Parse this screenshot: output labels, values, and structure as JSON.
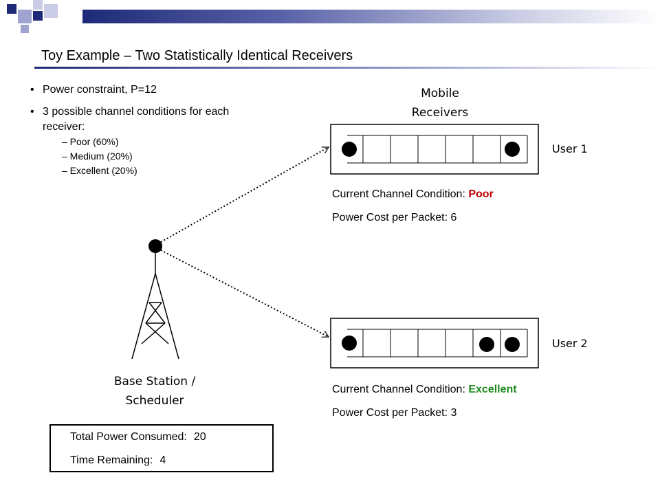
{
  "title": "Toy Example – Two Statistically Identical Receivers",
  "bullets": {
    "power_constraint": "Power constraint, P=12",
    "channel_conditions": "3 possible channel conditions for each receiver:",
    "conditions": [
      "– Poor (60%)",
      "– Medium (20%)",
      "– Excellent (20%)"
    ]
  },
  "mobile_receivers_label": [
    "Mobile",
    "Receivers"
  ],
  "base_station_label": [
    "Base Station /",
    "Scheduler"
  ],
  "user1": {
    "label": "User 1",
    "condition_prefix": "Current Channel Condition: ",
    "condition": "Poor",
    "power_cost": "Power Cost per Packet: 6"
  },
  "user2": {
    "label": "User 2",
    "condition_prefix": "Current Channel Condition: ",
    "condition": "Excellent",
    "power_cost": "Power Cost per Packet: 3"
  },
  "status": {
    "total_power_label": "Total Power Consumed:",
    "total_power_value": "20",
    "time_remaining_label": "Time Remaining:",
    "time_remaining_value": "4"
  },
  "colors": {
    "accent": "#1e2a78",
    "poor": "#c00000",
    "excellent": "#1f8a1f"
  }
}
